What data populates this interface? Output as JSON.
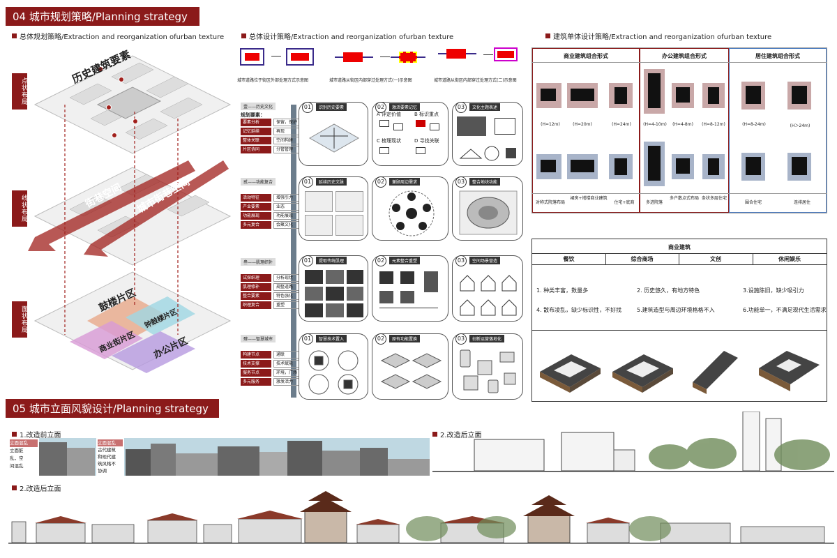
{
  "sec04": {
    "title": "04 城市规划策略/Planning strategy"
  },
  "sec05": {
    "title": "05 城市立面风貌设计/Planning strategy"
  },
  "left": {
    "subtitle": "总体规划策略/Extraction and reorganization ofurban texture",
    "tags": [
      "点状布局",
      "线状布局",
      "面状布局"
    ],
    "labels": {
      "history": "历史建筑要素",
      "street1": "街巷空间",
      "street2": "城市街巷空间",
      "drum": "鼓楼片区",
      "comm": "商业街片区",
      "bell": "钟鼓楼片区",
      "office": "办公片区"
    }
  },
  "mid": {
    "subtitle": "总体设计策略/Extraction and reorganization ofurban texture",
    "diag_caps": [
      "城市道路位于街区外部处理方式示意图",
      "城市道路从街区内部穿过处理方式(一)示意图",
      "城市道路从街区内部穿过处理方式(二)示意图"
    ],
    "rows": [
      {
        "head": "壹——历史文化",
        "intro": "规划要素：",
        "tags": [
          [
            "要素分析",
            "保留，保护"
          ],
          [
            "记忆延续",
            "再现"
          ],
          [
            "整体关联",
            "空间构建"
          ],
          [
            "片区协同",
            "分管管理"
          ]
        ],
        "cards": [
          {
            "n": "01",
            "cap": "识别历史要素"
          },
          {
            "n": "02",
            "cap": "激活要素记忆"
          },
          {
            "n": "03",
            "cap": "文化主题表述"
          }
        ],
        "c2": {
          "a": "A 评定价值",
          "b": "B 标识重点",
          "c": "C 梳理现状",
          "d": "D 寻找关联"
        }
      },
      {
        "head": "贰——功能复合",
        "tags": [
          [
            "活动特征",
            "增强引力"
          ],
          [
            "产业要素",
            "业态"
          ],
          [
            "功能展现",
            "功能展现"
          ],
          [
            "多元复合",
            "会聚文化"
          ]
        ],
        "cards": [
          {
            "n": "01",
            "cap": "延续历史文脉"
          },
          {
            "n": "02",
            "cap": "兼顾周边需求"
          },
          {
            "n": "03",
            "cap": "整合地块功能"
          }
        ]
      },
      {
        "head": "叁——肌理织补",
        "tags": [
          [
            "试探织理",
            "分析现状"
          ],
          [
            "肌理修补",
            "规整道路"
          ],
          [
            "整合要素",
            "特色强化"
          ],
          [
            "织理复合",
            "重塑"
          ]
        ],
        "cards": [
          {
            "n": "01",
            "cap": "提取传统肌理"
          },
          {
            "n": "02",
            "cap": "元素整合重塑"
          },
          {
            "n": "03",
            "cap": "空间场景营造"
          }
        ]
      },
      {
        "head": "肆——智慧城市",
        "tags": [
          [
            "构建节点",
            "通联"
          ],
          [
            "技术支撑",
            "技术赋能"
          ],
          [
            "服务节点",
            "环境，广场"
          ],
          [
            "多元服务",
            "激发活力"
          ]
        ],
        "cards": [
          {
            "n": "01",
            "cap": "智慧技术置入"
          },
          {
            "n": "02",
            "cap": "原有功能置换"
          },
          {
            "n": "03",
            "cap": "创新运营落地化"
          }
        ]
      }
    ]
  },
  "right": {
    "subtitle": "建筑单体设计策略/Extraction and reorganization ofurban texture",
    "groups": [
      {
        "title": "商业建筑组合形式",
        "heights": [
          "(H=12m)",
          "(H=20m)",
          "(H=24m)"
        ],
        "types": [
          "对称式院落布局",
          "裙房+塔楼商业建筑",
          "住宅+底商"
        ]
      },
      {
        "title": "办公建筑组合形式",
        "heights": [
          "(H=4-10m)",
          "(H=4-8m)",
          "(H=8-12m)"
        ],
        "types": [
          "多进院落",
          "多户散点式布局",
          "条状多层住宅"
        ]
      },
      {
        "title": "居住建筑组合形式",
        "heights": [
          "(H=8-24m)",
          "(H＞24m)"
        ],
        "types": [
          "围合住宅",
          "连排居住"
        ]
      }
    ],
    "commerce": {
      "title": "商业建筑",
      "cols": [
        "餐饮",
        "综合商场",
        "文创",
        "休闲娱乐"
      ],
      "points": [
        "1. 种类丰富，数量多",
        "2. 历史悠久，有地方特色",
        "3.设施陈旧，缺少吸引力",
        "4. 散布凌乱，缺少标识性，不好找",
        "5.建筑造型与周边环境格格不入",
        "6.功能单一，不满足现代生活需求"
      ]
    }
  },
  "elev": {
    "before": "1.改造前立面",
    "after_r": "2.改造后立面",
    "after_b": "2.改造后立面",
    "note1": [
      "立面混乱",
      "立面脏",
      "乱，空",
      "间混乱"
    ],
    "note2": [
      "立面混乱",
      "古代建筑",
      "和现代建",
      "筑风格不",
      "协调"
    ]
  },
  "colors": {
    "accent": "#8b1a1a",
    "pink": "#c9a8a8",
    "blue": "#a8b4c9"
  }
}
